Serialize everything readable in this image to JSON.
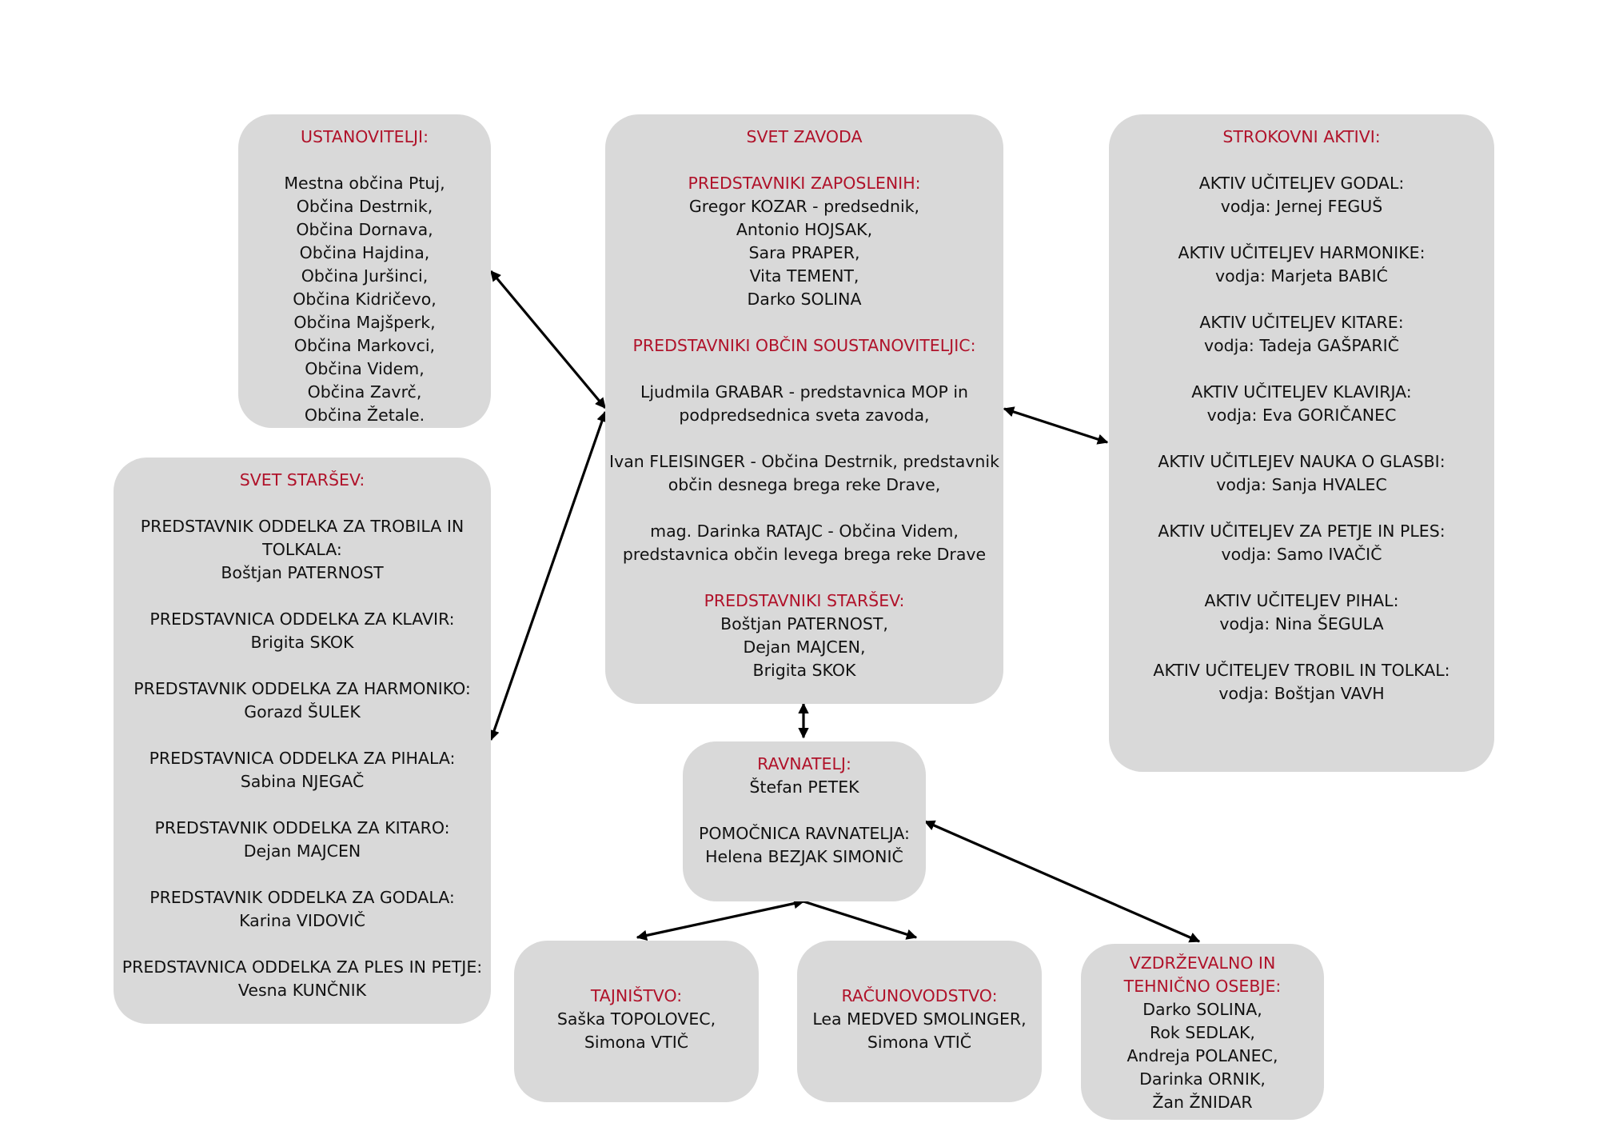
{
  "colors": {
    "box_background": "#d9d9d9",
    "heading_red": "#b0122a",
    "text": "#111111",
    "arrow": "#000000"
  },
  "boxes": {
    "ustanovitelji": {
      "lines": [
        {
          "text": "USTANOVITELJI:",
          "red": true
        },
        {
          "text": ""
        },
        {
          "text": "Mestna občina Ptuj,"
        },
        {
          "text": "Občina Destrnik,"
        },
        {
          "text": "Občina Dornava,"
        },
        {
          "text": "Občina Hajdina,"
        },
        {
          "text": "Občina Juršinci,"
        },
        {
          "text": "Občina Kidričevo,"
        },
        {
          "text": "Občina Majšperk,"
        },
        {
          "text": "Občina Markovci,"
        },
        {
          "text": "Občina Videm,"
        },
        {
          "text": "Občina Zavrč,"
        },
        {
          "text": "Občina Žetale."
        }
      ]
    },
    "svet_zavoda": {
      "lines": [
        {
          "text": "SVET ZAVODA",
          "red": true
        },
        {
          "text": ""
        },
        {
          "text": "PREDSTAVNIKI ZAPOSLENIH:",
          "red": true
        },
        {
          "text": "Gregor KOZAR - predsednik,"
        },
        {
          "text": "Antonio HOJSAK,"
        },
        {
          "text": "Sara PRAPER,"
        },
        {
          "text": "Vita TEMENT,"
        },
        {
          "text": "Darko SOLINA"
        },
        {
          "text": ""
        },
        {
          "text": "PREDSTAVNIKI OBČIN SOUSTANOVITELJIC:",
          "red": true
        },
        {
          "text": ""
        },
        {
          "text": "Ljudmila GRABAR - predstavnica MOP in"
        },
        {
          "text": "podpredsednica sveta zavoda,"
        },
        {
          "text": ""
        },
        {
          "text": "Ivan FLEISINGER - Občina Destrnik, predstavnik"
        },
        {
          "text": "občin desnega brega reke Drave,"
        },
        {
          "text": ""
        },
        {
          "text": "mag. Darinka RATAJC - Občina Videm,"
        },
        {
          "text": "predstavnica občin levega brega reke Drave"
        },
        {
          "text": ""
        },
        {
          "text": "PREDSTAVNIKI STARŠEV:",
          "red": true
        },
        {
          "text": "Boštjan PATERNOST,"
        },
        {
          "text": "Dejan MAJCEN,"
        },
        {
          "text": "Brigita SKOK"
        }
      ]
    },
    "strokovni_aktivi": {
      "lines": [
        {
          "text": "STROKOVNI AKTIVI:",
          "red": true
        },
        {
          "text": ""
        },
        {
          "text": "AKTIV UČITELJEV GODAL:"
        },
        {
          "text": "vodja: Jernej FEGUŠ"
        },
        {
          "text": ""
        },
        {
          "text": "AKTIV UČITELJEV HARMONIKE:"
        },
        {
          "text": "vodja: Marjeta BABIĆ"
        },
        {
          "text": ""
        },
        {
          "text": "AKTIV UČITELJEV KITARE:"
        },
        {
          "text": "vodja: Tadeja GAŠPARIČ"
        },
        {
          "text": ""
        },
        {
          "text": "AKTIV UČITELJEV KLAVIRJA:"
        },
        {
          "text": "vodja: Eva GORIČANEC"
        },
        {
          "text": ""
        },
        {
          "text": "AKTIV UČITLEJEV NAUKA O GLASBI:"
        },
        {
          "text": "vodja: Sanja HVALEC"
        },
        {
          "text": ""
        },
        {
          "text": "AKTIV UČITELJEV ZA PETJE IN PLES:"
        },
        {
          "text": "vodja: Samo IVAČIČ"
        },
        {
          "text": ""
        },
        {
          "text": "AKTIV UČITELJEV PIHAL:"
        },
        {
          "text": "vodja: Nina ŠEGULA"
        },
        {
          "text": ""
        },
        {
          "text": "AKTIV UČITELJEV TROBIL IN TOLKAL:"
        },
        {
          "text": "vodja: Boštjan VAVH"
        }
      ]
    },
    "svet_starsev": {
      "lines": [
        {
          "text": "SVET STARŠEV:",
          "red": true
        },
        {
          "text": ""
        },
        {
          "text": "PREDSTAVNIK ODDELKA ZA TROBILA IN"
        },
        {
          "text": "TOLKALA:"
        },
        {
          "text": "Boštjan PATERNOST"
        },
        {
          "text": ""
        },
        {
          "text": "PREDSTAVNICA ODDELKA ZA KLAVIR:"
        },
        {
          "text": "Brigita SKOK"
        },
        {
          "text": ""
        },
        {
          "text": "PREDSTAVNIK ODDELKA ZA HARMONIKO:"
        },
        {
          "text": "Gorazd ŠULEK"
        },
        {
          "text": ""
        },
        {
          "text": "PREDSTAVNICA ODDELKA ZA PIHALA:"
        },
        {
          "text": "Sabina NJEGAČ"
        },
        {
          "text": ""
        },
        {
          "text": "PREDSTAVNIK ODDELKA ZA KITARO:"
        },
        {
          "text": "Dejan MAJCEN"
        },
        {
          "text": ""
        },
        {
          "text": "PREDSTAVNIK ODDELKA ZA GODALA:"
        },
        {
          "text": "Karina VIDOVIČ"
        },
        {
          "text": ""
        },
        {
          "text": "PREDSTAVNICA ODDELKA ZA PLES IN PETJE:"
        },
        {
          "text": "Vesna KUNČNIK"
        }
      ]
    },
    "ravnatelj": {
      "lines": [
        {
          "text": "RAVNATELJ:",
          "red": true
        },
        {
          "text": "Štefan PETEK"
        },
        {
          "text": ""
        },
        {
          "text": "POMOČNICA RAVNATELJA:"
        },
        {
          "text": "Helena BEZJAK SIMONIČ"
        }
      ]
    },
    "tajnistvo": {
      "lines": [
        {
          "text": "TAJNIŠTVO:",
          "red": true
        },
        {
          "text": "Saška TOPOLOVEC,"
        },
        {
          "text": "Simona VTIČ"
        }
      ]
    },
    "racunovodstvo": {
      "lines": [
        {
          "text": "RAČUNOVODSTVO:",
          "red": true
        },
        {
          "text": "Lea MEDVED SMOLINGER,"
        },
        {
          "text": "Simona VTIČ"
        }
      ]
    },
    "vzdrzevalno": {
      "lines": [
        {
          "text": "VZDRŽEVALNO IN",
          "red": true
        },
        {
          "text": "TEHNIČNO OSEBJE:",
          "red": true
        },
        {
          "text": "Darko SOLINA,"
        },
        {
          "text": "Rok SEDLAK,"
        },
        {
          "text": "Andreja POLANEC,"
        },
        {
          "text": "Darinka ORNIK,"
        },
        {
          "text": "Žan ŽNIDAR"
        }
      ]
    }
  }
}
